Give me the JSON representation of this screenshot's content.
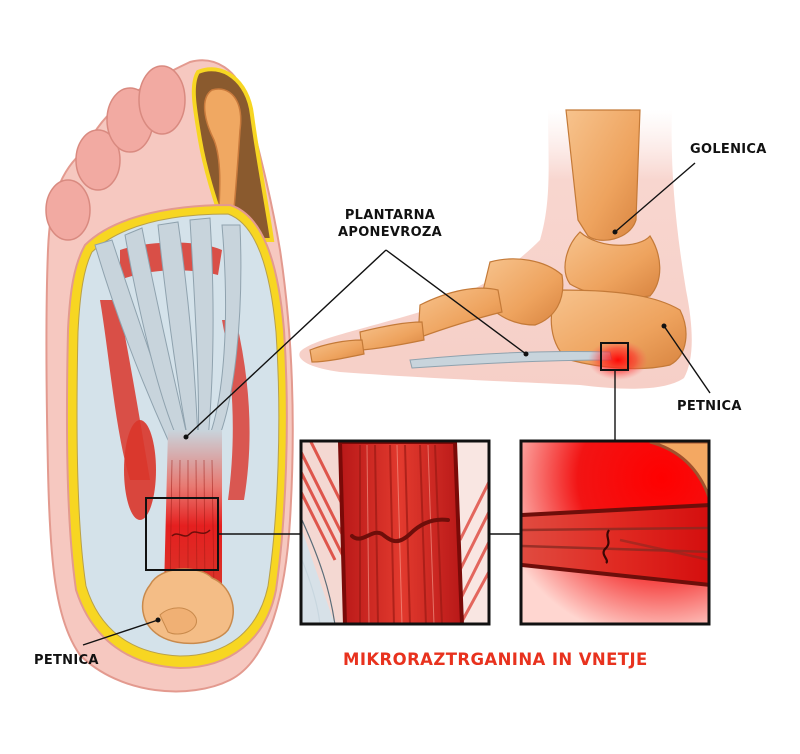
{
  "diagram": {
    "title": "Plantar fasciitis anatomy",
    "labels": {
      "plantar_fascia_line1": "PLANTARNA",
      "plantar_fascia_line2": "APONEVROZA",
      "tibia": "GOLENICA",
      "heel_side": "PETNICA",
      "heel_sole": "PETNICA"
    },
    "caption": "MIKRORAZTRGANINA IN VNETJE",
    "colors": {
      "caption": "#e8321e",
      "label_text": "#111111",
      "leader_line": "#111111",
      "bone": "#f0a862",
      "bone_shadow": "#d0803c",
      "skin": "#f6c4bc",
      "skin_edge": "#e49a90",
      "fascia": "#c8d4dc",
      "muscle": "#d9352a",
      "inflammation": "#ff0000",
      "fat_layer": "#f7d622"
    },
    "insets": [
      {
        "name": "sole-microtear-inset",
        "description": "Close-up of torn plantar fascia fibers (sole view)"
      },
      {
        "name": "side-microtear-inset",
        "description": "Close-up of plantar fascia tear at heel (side view)"
      }
    ]
  }
}
